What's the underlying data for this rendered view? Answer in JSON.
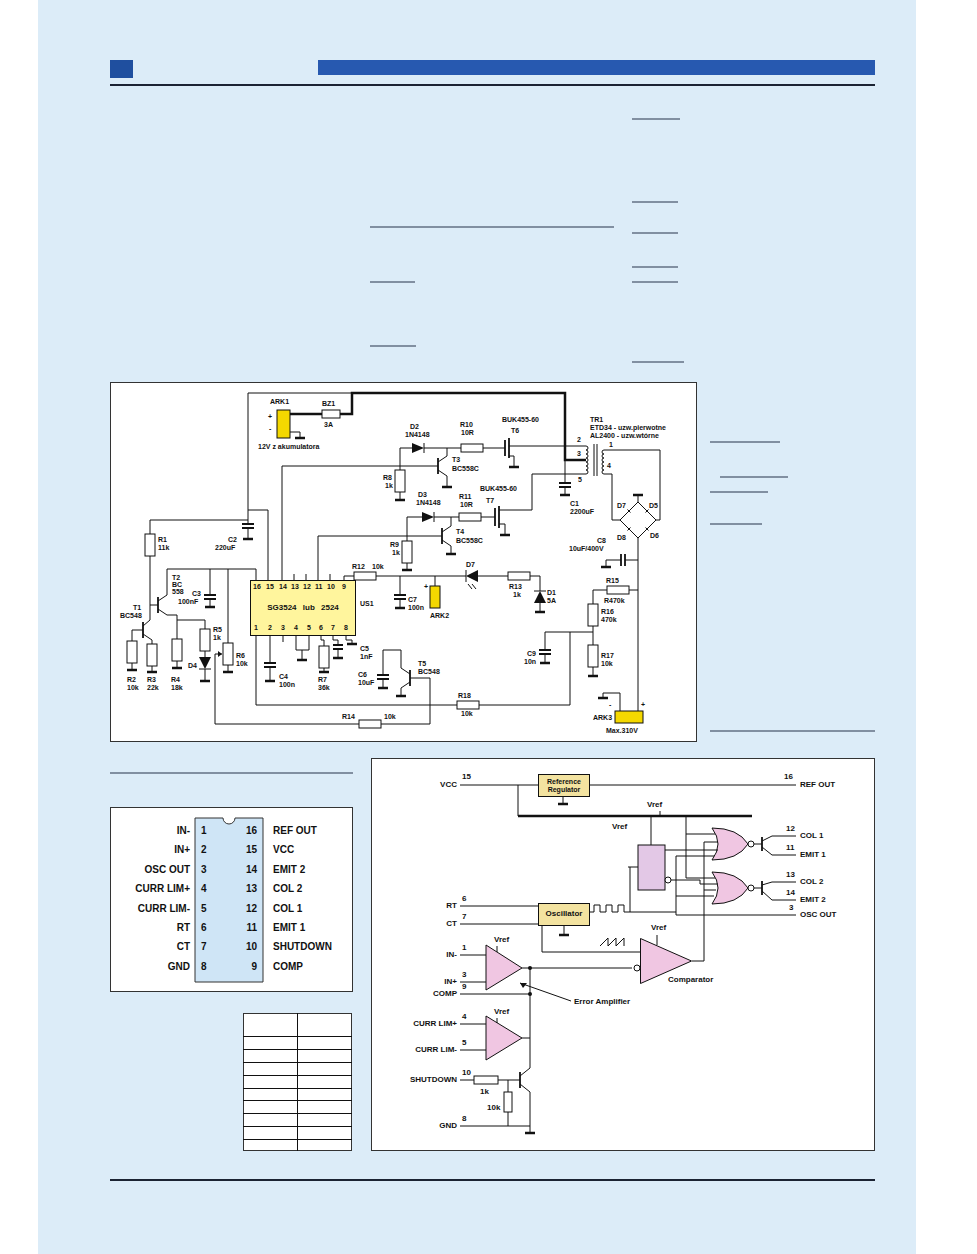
{
  "diagram": {
    "nodes": [
      {
        "text": [
          "SG3524 lub 2524"
        ]
      },
      {
        "text": [
          "Reference Regulator"
        ]
      },
      {
        "text": [
          "Oscillator"
        ]
      },
      {
        "text": [
          "Comparator"
        ]
      }
    ],
    "edges": [
      {
        "from": 2,
        "to": 3,
        "arrow": "none"
      }
    ],
    "labels": [
      "ARK1",
      "+",
      "-",
      "12V z akumulatora",
      "BZ1",
      "3A",
      "D2",
      "1N4148",
      "R10",
      "10R",
      "BUK455-60",
      "T6",
      "TR1",
      "ETD34 - uzw.pierwotne",
      "AL2400 - uzw.wtórne",
      "2",
      "3",
      "5",
      "1",
      "4",
      "T3",
      "BC558C",
      "R8",
      "1k",
      "C1",
      "2200uF",
      "D3",
      "1N4148",
      "R11",
      "10R",
      "BUK455-60",
      "T7",
      "D7",
      "D5",
      "D8",
      "D6",
      "T4",
      "BC558C",
      "R9",
      "1k",
      "C8",
      "10uF/400V",
      "R1",
      "11k",
      "C2",
      "220uF",
      "T2",
      "BC",
      "558",
      "R12",
      "10k",
      "D7",
      "R15",
      "R470k",
      "C3",
      "100nF",
      "16",
      "15",
      "14",
      "13",
      "12",
      "11",
      "10",
      "9",
      "US1",
      "+",
      "R13",
      "1k",
      "D1",
      "5A",
      "R16",
      "470k",
      "C7",
      "100n",
      "ARK2",
      "1",
      "2",
      "3",
      "4",
      "5",
      "6",
      "7",
      "8",
      "C5",
      "1nF",
      "T1",
      "BC548",
      "R5",
      "1k",
      "D4",
      "R6",
      "10k",
      "C9",
      "10n",
      "R17",
      "10k",
      "R2",
      "10k",
      "R3",
      "22k",
      "R4",
      "18k",
      "C4",
      "100n",
      "R7",
      "36k",
      "C6",
      "10uF",
      "T5",
      "BC548",
      "R18",
      "10k",
      "R14",
      "10k",
      "ARK3",
      "-",
      "+",
      "Max.310V",
      "VCC",
      "15",
      "16",
      "REF OUT",
      "Vref",
      "Vref",
      "12",
      "COL 1",
      "11",
      "EMIT 1",
      "13",
      "COL 2",
      "14",
      "EMIT 2",
      "3",
      "OSC OUT",
      "6",
      "RT",
      "7",
      "CT",
      "Vref",
      "Vref",
      "1",
      "IN-",
      "3",
      "IN+",
      "9",
      "COMP",
      "Error Amplifier",
      "Vref",
      "4",
      "CURR LIM+",
      "5",
      "CURR LIM-",
      "10",
      "SHUTDOWN",
      "1k",
      "10k",
      "8",
      "GND",
      "IN-",
      "1",
      "16",
      "REF OUT",
      "IN+",
      "2",
      "15",
      "VCC",
      "OSC OUT",
      "3",
      "14",
      "EMIT 2",
      "CURR LIM+",
      "4",
      "13",
      "COL 2",
      "CURR LIM-",
      "5",
      "12",
      "COL 1",
      "RT",
      "6",
      "11",
      "EMIT 1",
      "CT",
      "7",
      "10",
      "SHUTDOWN",
      "GND",
      "8",
      "9",
      "COMP"
    ]
  }
}
